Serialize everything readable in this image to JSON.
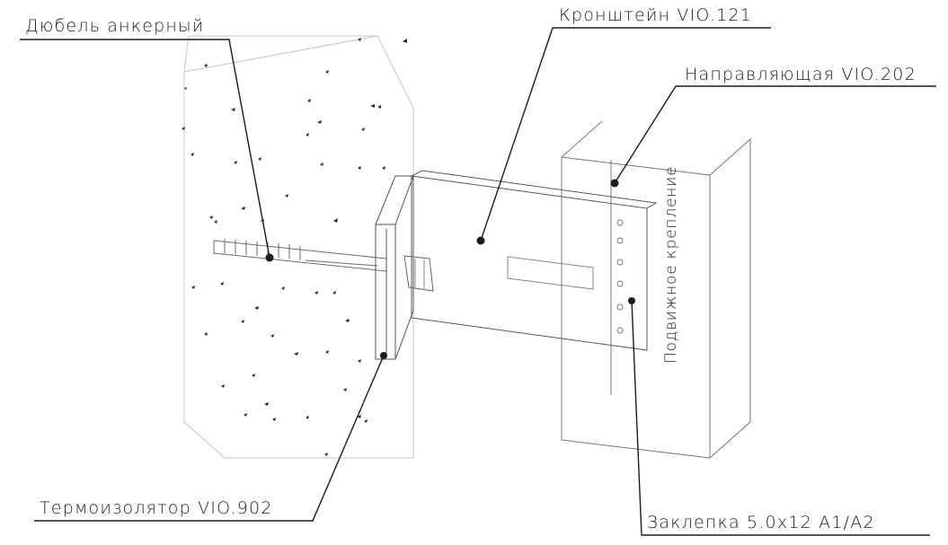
{
  "labels": {
    "anchor": "Дюбель анкерный",
    "bracket": "Кронштейн VIO.121",
    "rail": "Направляющая VIO.202",
    "insulator": "Термоизолятор VIO.902",
    "rivet": "Заклепка 5.0х12 А1/А2",
    "movable": "Подвижное крепление"
  },
  "colors": {
    "line": "#1b1b1b",
    "faint": "#9a9a9a",
    "background": "#ffffff"
  }
}
